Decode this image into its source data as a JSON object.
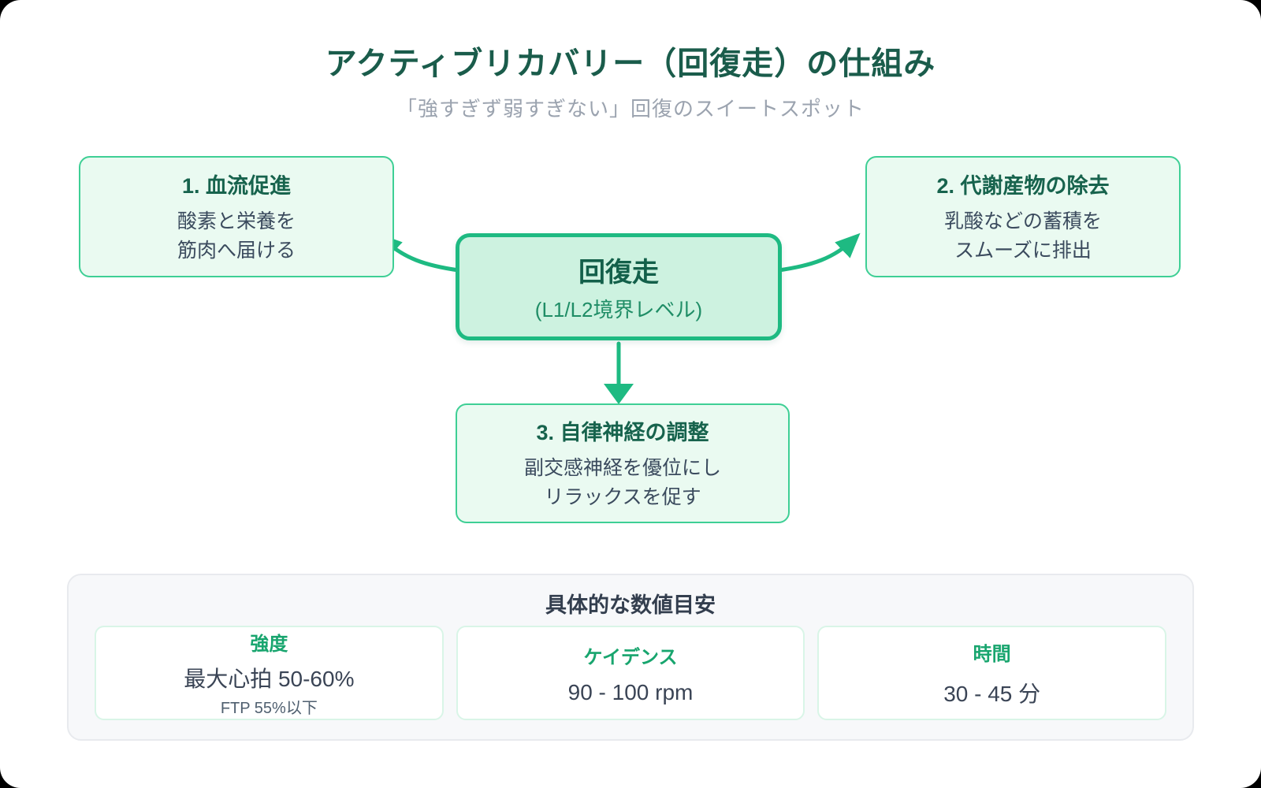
{
  "header": {
    "title": "アクティブリカバリー（回復走）の仕組み",
    "subtitle": "「強すぎず弱すぎない」回復のスイートスポット"
  },
  "diagram": {
    "center": {
      "title": "回復走",
      "subtitle": "(L1/L2境界レベル)"
    },
    "nodes": [
      {
        "title": "1. 血流促進",
        "lines": [
          "酸素と栄養を",
          "筋肉へ届ける"
        ]
      },
      {
        "title": "2. 代謝産物の除去",
        "lines": [
          "乳酸などの蓄積を",
          "スムーズに排出"
        ]
      },
      {
        "title": "3. 自律神経の調整",
        "lines": [
          "副交感神経を優位にし",
          "リラックスを促す"
        ]
      }
    ]
  },
  "metrics": {
    "title": "具体的な数値目安",
    "cards": [
      {
        "label": "強度",
        "value": "最大心拍 50-60%",
        "note": "FTP 55%以下"
      },
      {
        "label": "ケイデンス",
        "value": "90 - 100 rpm",
        "note": ""
      },
      {
        "label": "時間",
        "value": "30 - 45 分",
        "note": ""
      }
    ]
  },
  "colors": {
    "accent_green": "#1eba82",
    "side_border_green": "#3ecf95",
    "side_node_bg": "#eafaf1",
    "center_node_bg": "#cdf2e0",
    "dark_green_text": "#1a5c4b",
    "center_sub_green": "#1f8d66",
    "body_text": "#3b4b5e",
    "subtitle_gray": "#9ba3af",
    "panel_bg": "#f7f8fa",
    "panel_border": "#e8eaee",
    "card_border": "#d9f5e7",
    "card_label_green": "#18a56e"
  }
}
